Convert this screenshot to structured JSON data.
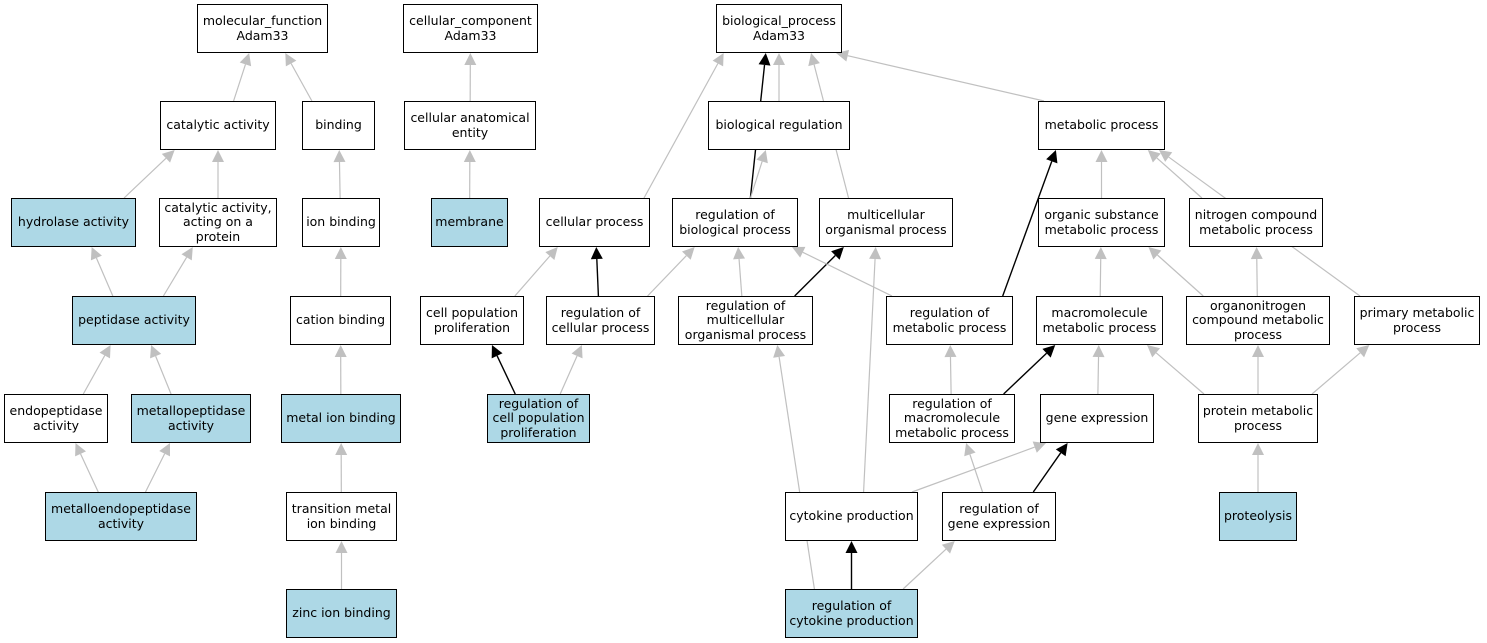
{
  "colors": {
    "highlight": "#add8e6",
    "plain": "#ffffff",
    "edge_gray": "#c0c0c0",
    "edge_black": "#000000"
  },
  "nodes": [
    {
      "id": "mf",
      "label": "molecular_function\nAdam33",
      "highlight": false
    },
    {
      "id": "cc",
      "label": "cellular_component\nAdam33",
      "highlight": false
    },
    {
      "id": "bp",
      "label": "biological_process\nAdam33",
      "highlight": false
    },
    {
      "id": "catalytic",
      "label": "catalytic activity",
      "highlight": false
    },
    {
      "id": "binding",
      "label": "binding",
      "highlight": false
    },
    {
      "id": "cae",
      "label": "cellular anatomical\nentity",
      "highlight": false
    },
    {
      "id": "bioreg",
      "label": "biological regulation",
      "highlight": false
    },
    {
      "id": "metab",
      "label": "metabolic process",
      "highlight": false
    },
    {
      "id": "hydrolase",
      "label": "hydrolase activity",
      "highlight": true
    },
    {
      "id": "catprot",
      "label": "catalytic activity,\nacting on a\nprotein",
      "highlight": false
    },
    {
      "id": "ionbind",
      "label": "ion binding",
      "highlight": false
    },
    {
      "id": "membrane",
      "label": "membrane",
      "highlight": true
    },
    {
      "id": "cellproc",
      "label": "cellular process",
      "highlight": false
    },
    {
      "id": "regbio",
      "label": "regulation of\nbiological process",
      "highlight": false
    },
    {
      "id": "multi",
      "label": "multicellular\norganismal process",
      "highlight": false
    },
    {
      "id": "orgsub",
      "label": "organic substance\nmetabolic process",
      "highlight": false
    },
    {
      "id": "nitro",
      "label": "nitrogen compound\nmetabolic process",
      "highlight": false
    },
    {
      "id": "peptidase",
      "label": "peptidase activity",
      "highlight": true
    },
    {
      "id": "cation",
      "label": "cation binding",
      "highlight": false
    },
    {
      "id": "cellpop",
      "label": "cell population\nproliferation",
      "highlight": false
    },
    {
      "id": "regcell",
      "label": "regulation of\ncellular process",
      "highlight": false
    },
    {
      "id": "regmulti",
      "label": "regulation of\nmulticellular\norganismal process",
      "highlight": false
    },
    {
      "id": "regmetab",
      "label": "regulation of\nmetabolic process",
      "highlight": false
    },
    {
      "id": "macro",
      "label": "macromolecule\nmetabolic process",
      "highlight": false
    },
    {
      "id": "organonit",
      "label": "organonitrogen\ncompound metabolic\nprocess",
      "highlight": false
    },
    {
      "id": "primary",
      "label": "primary metabolic\nprocess",
      "highlight": false
    },
    {
      "id": "endo",
      "label": "endopeptidase\nactivity",
      "highlight": false
    },
    {
      "id": "metallopep",
      "label": "metallopeptidase\nactivity",
      "highlight": true
    },
    {
      "id": "metalion",
      "label": "metal ion binding",
      "highlight": true
    },
    {
      "id": "regcellpop",
      "label": "regulation of\ncell population\nproliferation",
      "highlight": true
    },
    {
      "id": "regmacro",
      "label": "regulation of\nmacromolecule\nmetabolic process",
      "highlight": false
    },
    {
      "id": "geneexp",
      "label": "gene expression",
      "highlight": false
    },
    {
      "id": "protmetab",
      "label": "protein metabolic\nprocess",
      "highlight": false
    },
    {
      "id": "metalloendo",
      "label": "metalloendopeptidase\nactivity",
      "highlight": true
    },
    {
      "id": "transmetal",
      "label": "transition metal\nion binding",
      "highlight": false
    },
    {
      "id": "cytokine",
      "label": "cytokine production",
      "highlight": false
    },
    {
      "id": "reggene",
      "label": "regulation of\ngene expression",
      "highlight": false
    },
    {
      "id": "proteolysis",
      "label": "proteolysis",
      "highlight": true
    },
    {
      "id": "zinc",
      "label": "zinc ion binding",
      "highlight": true
    },
    {
      "id": "regcyto",
      "label": "regulation of\ncytokine production",
      "highlight": true
    }
  ],
  "edges": [
    {
      "from": "catalytic",
      "to": "mf",
      "style": "is_a"
    },
    {
      "from": "binding",
      "to": "mf",
      "style": "is_a"
    },
    {
      "from": "hydrolase",
      "to": "catalytic",
      "style": "is_a"
    },
    {
      "from": "catprot",
      "to": "catalytic",
      "style": "is_a"
    },
    {
      "from": "peptidase",
      "to": "hydrolase",
      "style": "is_a"
    },
    {
      "from": "peptidase",
      "to": "catprot",
      "style": "is_a"
    },
    {
      "from": "endo",
      "to": "peptidase",
      "style": "is_a"
    },
    {
      "from": "metallopep",
      "to": "peptidase",
      "style": "is_a"
    },
    {
      "from": "metalloendo",
      "to": "endo",
      "style": "is_a"
    },
    {
      "from": "metalloendo",
      "to": "metallopep",
      "style": "is_a"
    },
    {
      "from": "ionbind",
      "to": "binding",
      "style": "is_a"
    },
    {
      "from": "cation",
      "to": "ionbind",
      "style": "is_a"
    },
    {
      "from": "metalion",
      "to": "cation",
      "style": "is_a"
    },
    {
      "from": "transmetal",
      "to": "metalion",
      "style": "is_a"
    },
    {
      "from": "zinc",
      "to": "transmetal",
      "style": "is_a"
    },
    {
      "from": "cae",
      "to": "cc",
      "style": "is_a"
    },
    {
      "from": "membrane",
      "to": "cae",
      "style": "is_a"
    },
    {
      "from": "cellproc",
      "to": "bp",
      "style": "is_a"
    },
    {
      "from": "bioreg",
      "to": "bp",
      "style": "is_a"
    },
    {
      "from": "regbio",
      "to": "bp",
      "style": "regulates"
    },
    {
      "from": "multi",
      "to": "bp",
      "style": "is_a"
    },
    {
      "from": "metab",
      "to": "bp",
      "style": "is_a"
    },
    {
      "from": "regbio",
      "to": "bioreg",
      "style": "is_a"
    },
    {
      "from": "cellpop",
      "to": "cellproc",
      "style": "is_a"
    },
    {
      "from": "regcell",
      "to": "cellproc",
      "style": "regulates"
    },
    {
      "from": "regcell",
      "to": "regbio",
      "style": "is_a"
    },
    {
      "from": "regcellpop",
      "to": "cellpop",
      "style": "regulates"
    },
    {
      "from": "regcellpop",
      "to": "regcell",
      "style": "is_a"
    },
    {
      "from": "regmulti",
      "to": "regbio",
      "style": "is_a"
    },
    {
      "from": "regmulti",
      "to": "multi",
      "style": "regulates"
    },
    {
      "from": "regmetab",
      "to": "regbio",
      "style": "is_a"
    },
    {
      "from": "regmetab",
      "to": "metab",
      "style": "regulates"
    },
    {
      "from": "orgsub",
      "to": "metab",
      "style": "is_a"
    },
    {
      "from": "nitro",
      "to": "metab",
      "style": "is_a"
    },
    {
      "from": "primary",
      "to": "metab",
      "style": "is_a"
    },
    {
      "from": "macro",
      "to": "orgsub",
      "style": "is_a"
    },
    {
      "from": "organonit",
      "to": "orgsub",
      "style": "is_a"
    },
    {
      "from": "organonit",
      "to": "nitro",
      "style": "is_a"
    },
    {
      "from": "regmacro",
      "to": "regmetab",
      "style": "is_a"
    },
    {
      "from": "regmacro",
      "to": "macro",
      "style": "regulates"
    },
    {
      "from": "geneexp",
      "to": "macro",
      "style": "is_a"
    },
    {
      "from": "protmetab",
      "to": "macro",
      "style": "is_a"
    },
    {
      "from": "protmetab",
      "to": "organonit",
      "style": "is_a"
    },
    {
      "from": "protmetab",
      "to": "primary",
      "style": "is_a"
    },
    {
      "from": "proteolysis",
      "to": "protmetab",
      "style": "is_a"
    },
    {
      "from": "cytokine",
      "to": "multi",
      "style": "is_a"
    },
    {
      "from": "cytokine",
      "to": "geneexp",
      "style": "is_a"
    },
    {
      "from": "reggene",
      "to": "regmacro",
      "style": "is_a"
    },
    {
      "from": "reggene",
      "to": "geneexp",
      "style": "regulates"
    },
    {
      "from": "regcyto",
      "to": "cytokine",
      "style": "regulates"
    },
    {
      "from": "regcyto",
      "to": "reggene",
      "style": "is_a"
    },
    {
      "from": "regcyto",
      "to": "regmulti",
      "style": "is_a"
    }
  ]
}
